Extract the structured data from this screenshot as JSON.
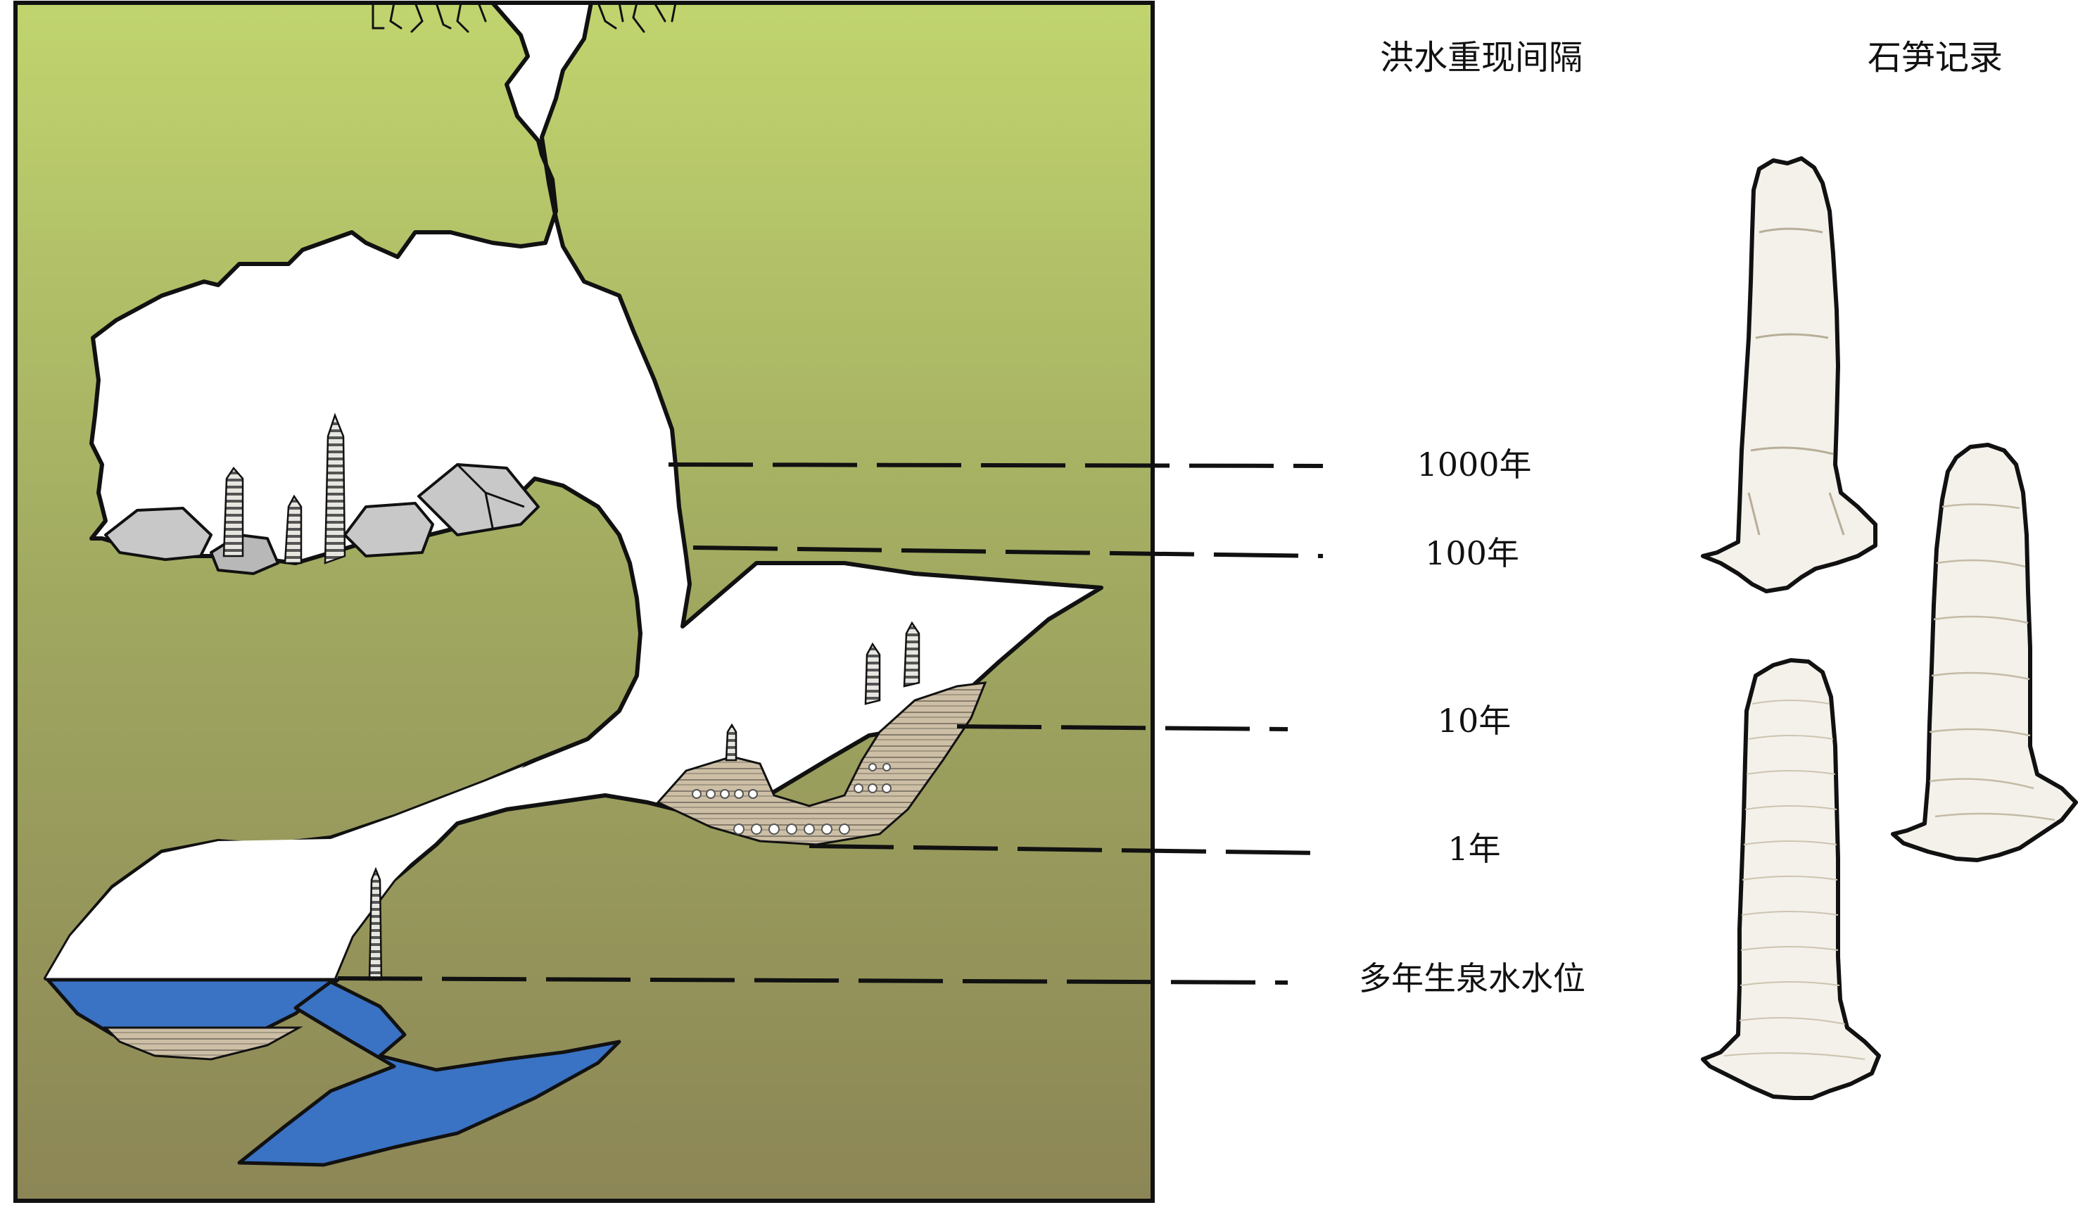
{
  "headers": {
    "flood_interval": "洪水重现间隔",
    "stalagmite_record": "石笋记录"
  },
  "levels": [
    {
      "label": "1000年"
    },
    {
      "label": "100年"
    },
    {
      "label": "10年"
    },
    {
      "label": "1年"
    },
    {
      "label": "多年生泉水水位"
    }
  ],
  "colors": {
    "rock_top": "#c0d46e",
    "rock_bottom": "#8e8858",
    "water": "#3a72c4",
    "sediment": "#cdbfa6",
    "sediment_line": "#6e6658",
    "boulder": "#c8c8c8",
    "stalagmite_fill": "#f3f1ea",
    "outline": "#111111"
  }
}
